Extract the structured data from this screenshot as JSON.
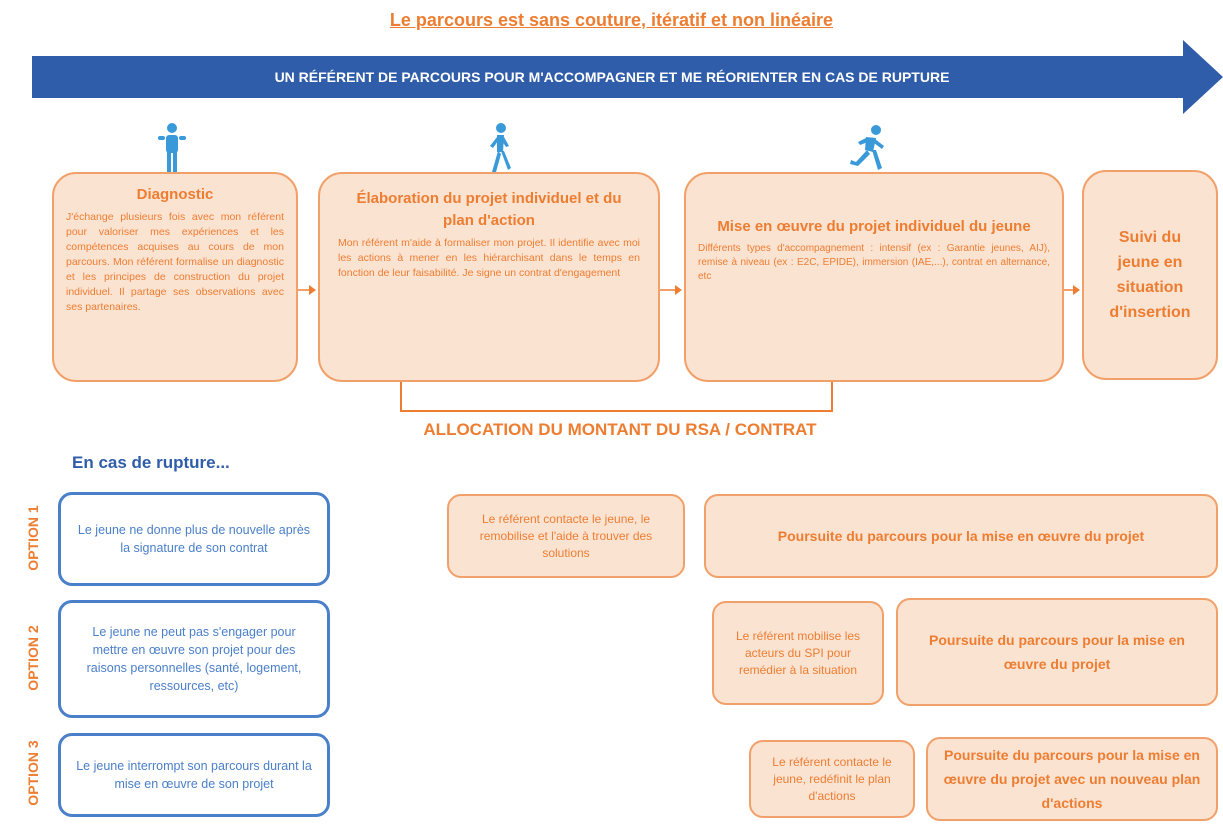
{
  "title": "Le parcours est sans couture, itératif et non linéaire",
  "banner": "UN RÉFÉRENT DE PARCOURS POUR M'ACCOMPAGNER ET ME RÉORIENTER EN CAS DE RUPTURE",
  "icons": {
    "standing": "standing-person-icon",
    "walking": "walking-person-icon",
    "running": "running-person-icon",
    "color": "#3a9ad9"
  },
  "stages": [
    {
      "title": "Diagnostic",
      "desc": "J'échange plusieurs fois avec mon référent pour valoriser mes expériences et les compétences acquises au cours de mon parcours. Mon référent formalise un diagnostic et les principes de construction du projet individuel. Il partage ses observations avec ses partenaires."
    },
    {
      "title": "Élaboration du projet individuel et du plan d'action",
      "desc": "Mon référent m'aide à formaliser mon projet. Il identifie avec moi les actions à mener en les hiérarchisant dans le temps en fonction de leur faisabilité. Je signe un contrat d'engagement"
    },
    {
      "title": "Mise en œuvre du projet individuel du jeune",
      "desc": "Différents types d'accompagnement : intensif (ex : Garantie jeunes, AIJ), remise à niveau (ex : E2C, EPIDE), immersion (IAE,...), contrat en alternance, etc"
    },
    {
      "title": "Suivi du jeune en situation d'insertion"
    }
  ],
  "allocation": "ALLOCATION DU MONTANT DU RSA / CONTRAT",
  "rupture_title": "En cas de rupture...",
  "options": [
    {
      "label": "OPTION 1",
      "situation": "Le jeune ne donne plus de nouvelle après la signature de son contrat",
      "action": "Le référent contacte le jeune, le remobilise et l'aide à trouver des solutions",
      "outcome": "Poursuite du parcours pour la mise en œuvre du projet"
    },
    {
      "label": "OPTION 2",
      "situation": "Le jeune ne peut pas s'engager pour mettre en œuvre son projet pour des raisons personnelles (santé, logement, ressources, etc)",
      "action": "Le référent mobilise les acteurs du SPI pour remédier à la situation",
      "outcome": "Poursuite du parcours pour la mise en œuvre du projet"
    },
    {
      "label": "OPTION 3",
      "situation": "Le jeune interrompt son parcours durant la mise en œuvre de son projet",
      "action": "Le référent contacte le jeune, redéfinit le plan d'actions",
      "outcome": "Poursuite du parcours pour la mise en œuvre du projet avec un nouveau plan d'actions"
    }
  ],
  "colors": {
    "orange": "#ed7d31",
    "peach": "#fbe3d2",
    "blue": "#2f5da9",
    "light_blue": "#4a7fc9"
  }
}
